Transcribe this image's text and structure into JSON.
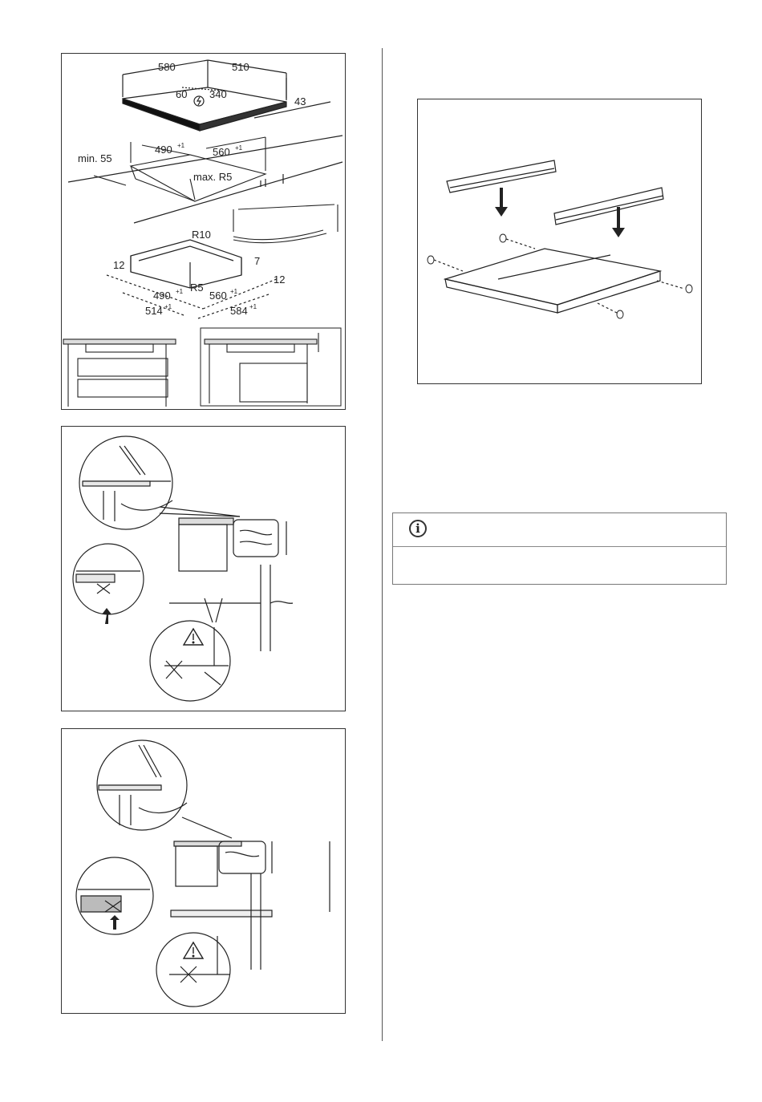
{
  "figure_1": {
    "labels": {
      "width": "580",
      "depth": "510",
      "thickness": "43",
      "conn_left": "60",
      "conn_right": "340",
      "cut_depth": "490",
      "cut_width": "560",
      "tol": "+1",
      "min_front": "min. 55",
      "max_radius": "max. R5",
      "radius_10": "R10",
      "frame_depth_7": "7",
      "frame_edge_left": "12",
      "frame_edge_right": "12",
      "frame_r5": "R5",
      "frame_in_depth": "490",
      "frame_in_width": "560",
      "frame_out_depth": "514",
      "frame_out_width": "584"
    }
  },
  "info_icon": "i",
  "icons": [
    "power-symbol-icon",
    "warning-triangle-icon",
    "info-icon",
    "cross-icon",
    "arrow-icon"
  ]
}
